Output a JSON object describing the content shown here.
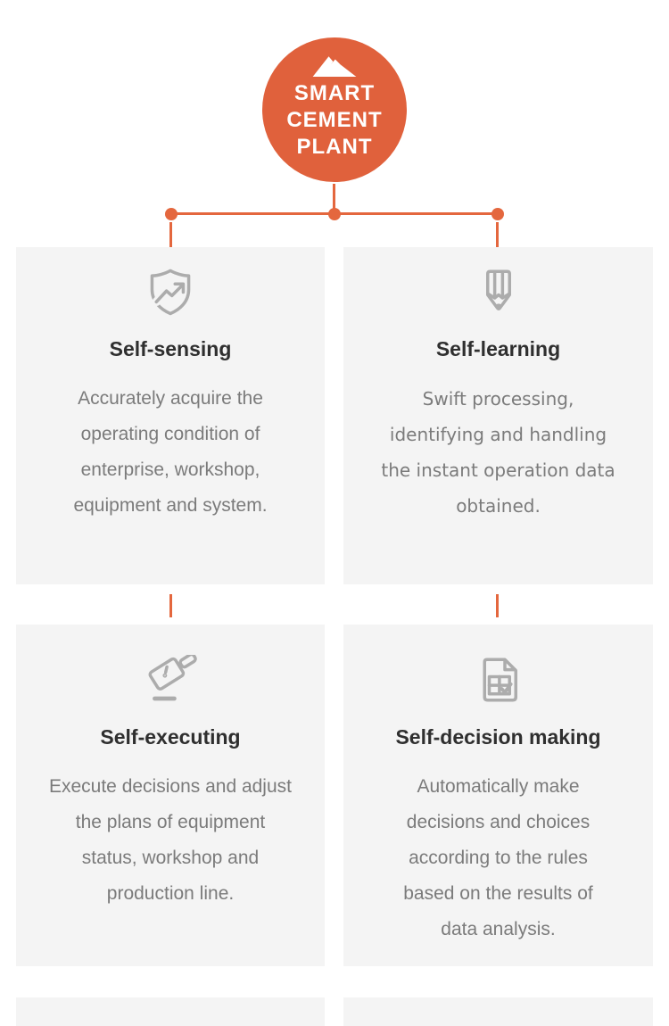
{
  "badge": {
    "icon": "mountain-icon",
    "lines": [
      "SMART",
      "CEMENT",
      "PLANT"
    ]
  },
  "colors": {
    "accent_orange": "#e0613c",
    "connector_orange": "#e4673e",
    "card_background": "#f4f4f4",
    "title_text": "#2f2f2f",
    "body_text": "#7b7b7b",
    "icon_gray": "#acacac"
  },
  "cards": [
    {
      "icon": "shield-trend-icon",
      "title": "Self-sensing",
      "body": "Accurately acquire the\noperating condition of\nenterprise, workshop,\nequipment and system."
    },
    {
      "icon": "pencil-badge-icon",
      "title": "Self-learning",
      "body": "Swift processing,\nidentifying and handling\nthe instant operation data\nobtained."
    },
    {
      "icon": "gavel-icon",
      "title": "Self-executing",
      "body": "Execute decisions and adjust\nthe plans of equipment\nstatus, workshop and\nproduction line."
    },
    {
      "icon": "document-check-icon",
      "title": "Self-decision making",
      "body": "Automatically make\ndecisions and choices\naccording to the rules\nbased on the results of\ndata analysis."
    }
  ]
}
